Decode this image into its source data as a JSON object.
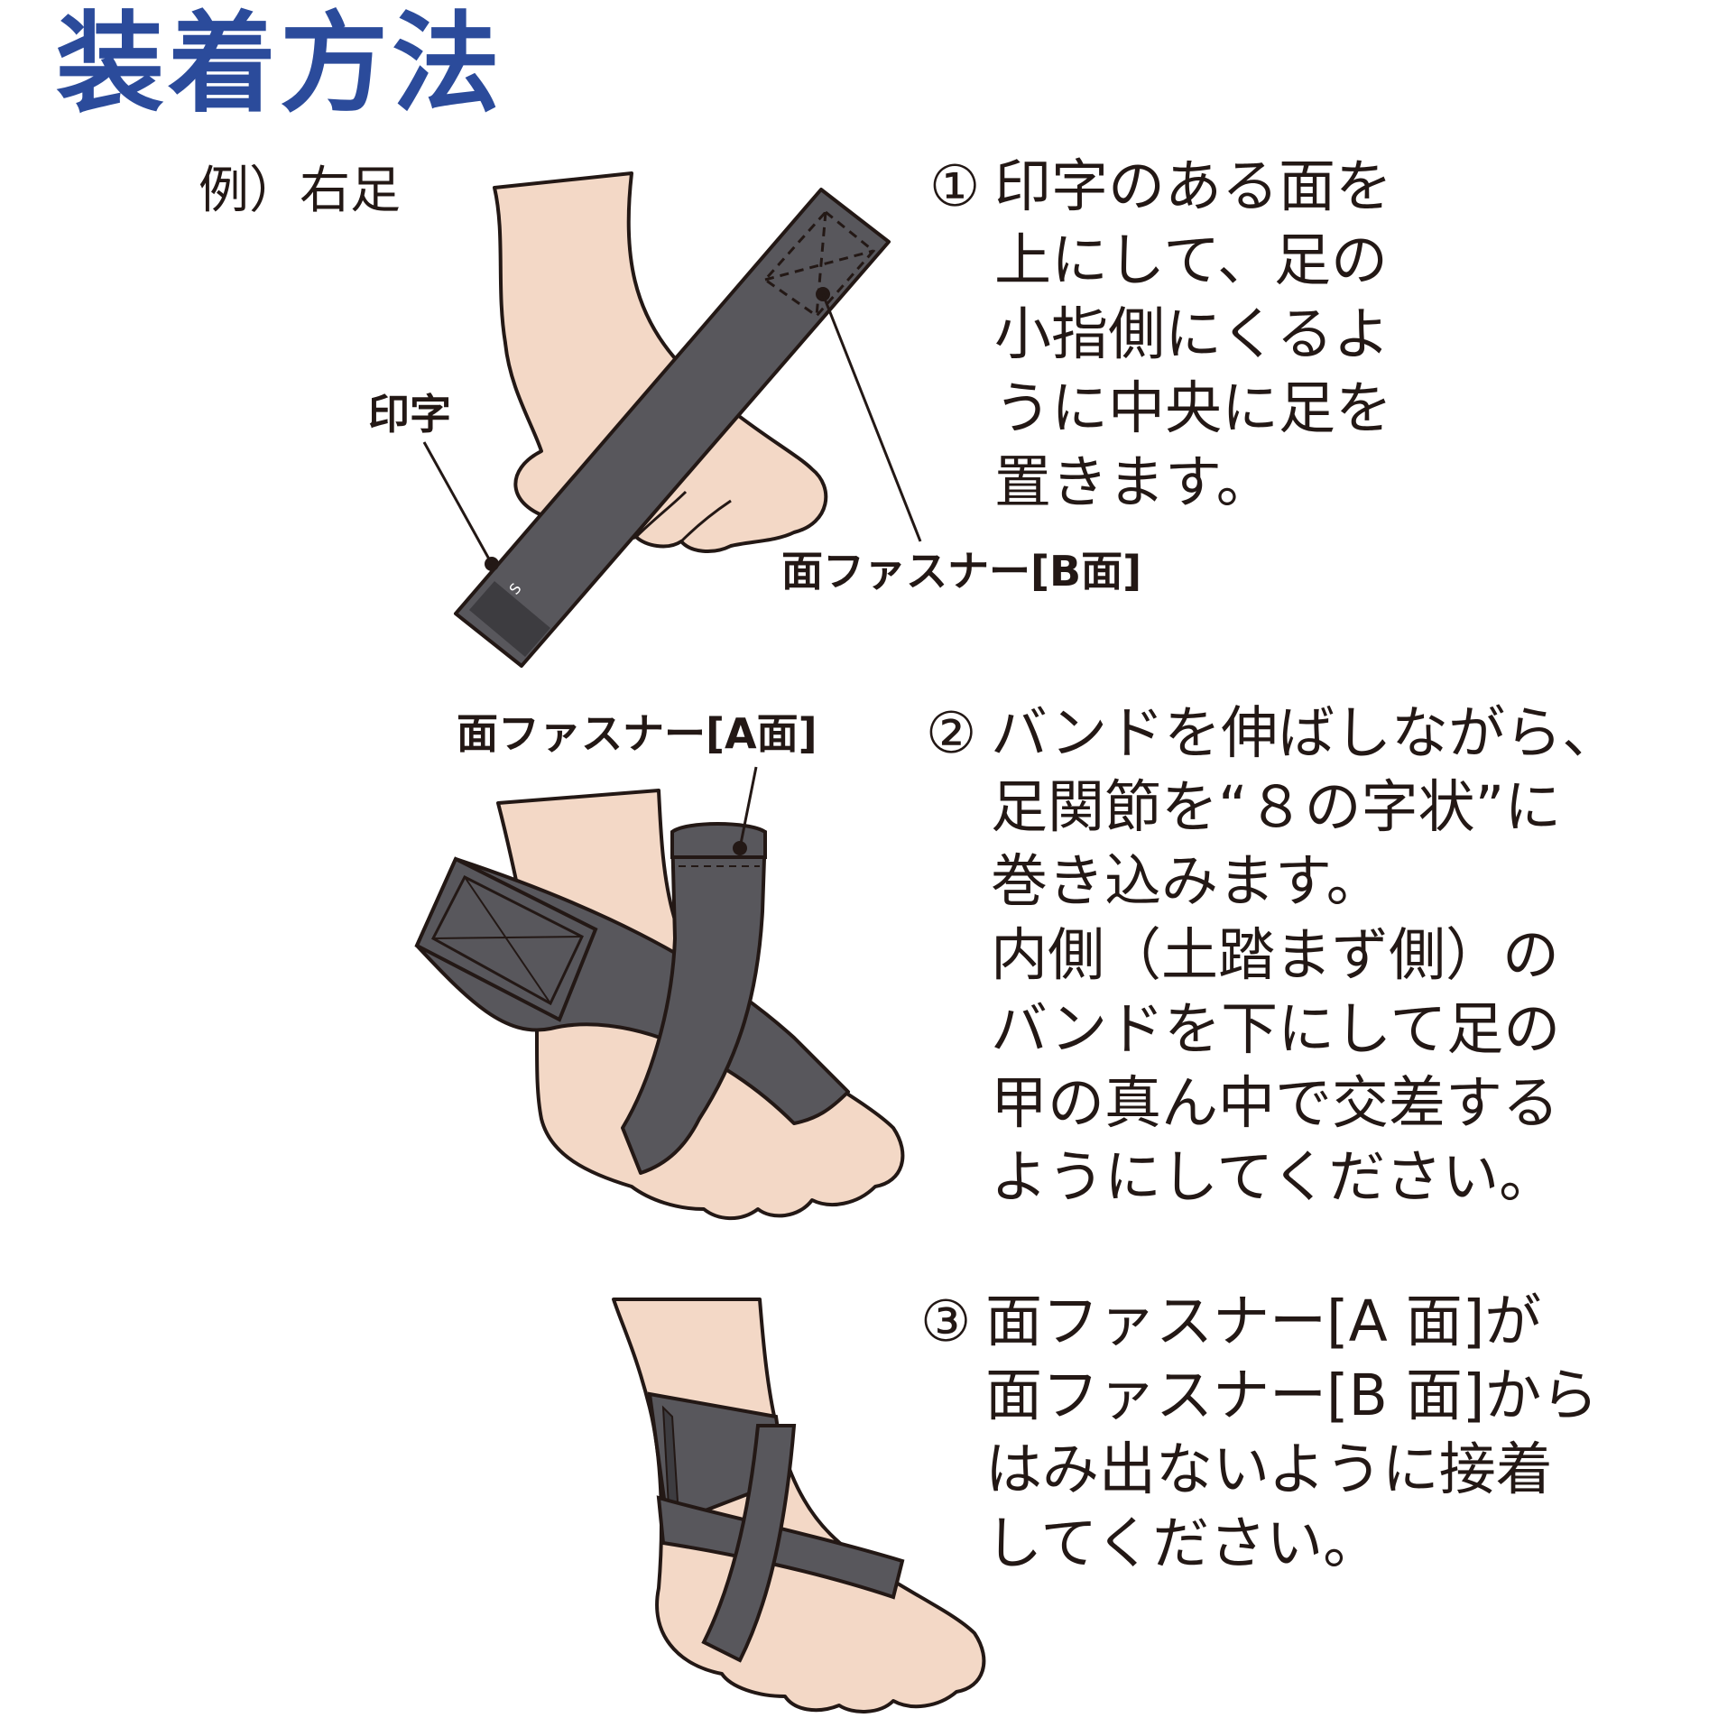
{
  "title": "装着方法",
  "example": "例）右足",
  "labels": {
    "print_mark": "印字",
    "fastener_b": "面ファスナー[B面]",
    "fastener_a": "面ファスナー[A面]"
  },
  "band_print": {
    "size": "S"
  },
  "steps": [
    {
      "num": "①",
      "lines": [
        "印字のある面を",
        "上にして、足の",
        "小指側にくるよ",
        "うに中央に足を",
        "置きます。"
      ]
    },
    {
      "num": "②",
      "lines": [
        "バンドを伸ばしながら、",
        "足関節を“８の字状”に",
        "巻き込みます。",
        "内側（土踏まず側）の",
        "バンドを下にして足の",
        "甲の真ん中で交差する",
        "ようにしてください。"
      ]
    },
    {
      "num": "③",
      "lines": [
        "面ファスナー[A 面]が",
        "面ファスナー[B 面]から",
        "はみ出ないように接着",
        "してください。"
      ]
    }
  ],
  "colors": {
    "title": "#2b4b9b",
    "skin": "#f3d8c6",
    "band": "#58575c",
    "outline": "#231815"
  }
}
